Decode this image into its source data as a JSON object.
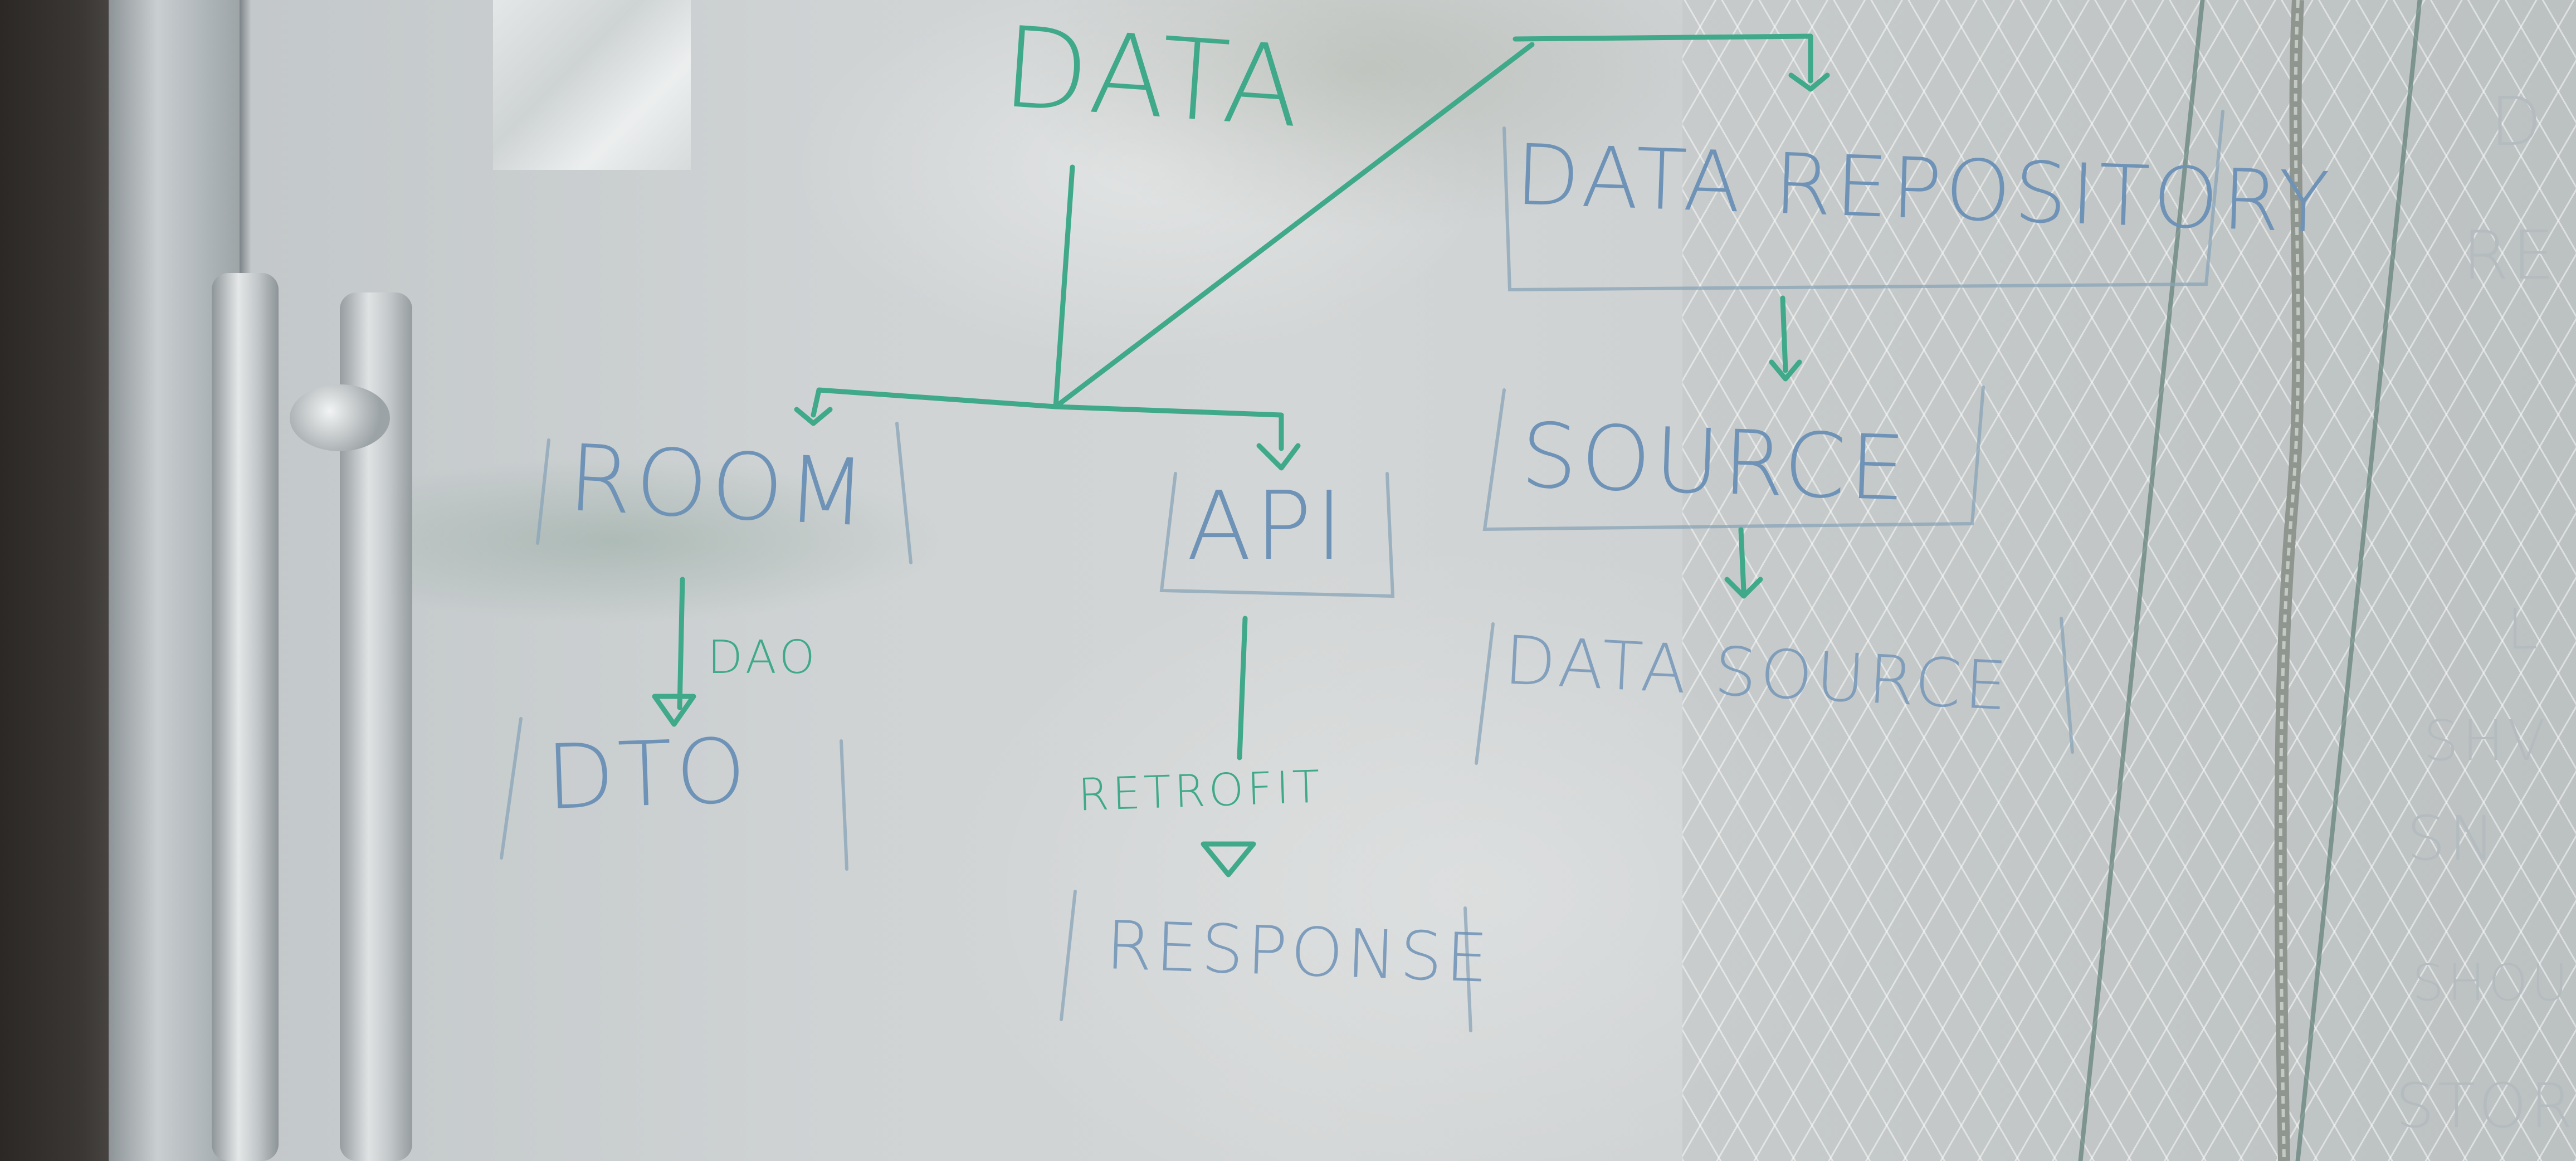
{
  "whiteboard": {
    "title": "DATA",
    "left_branch": {
      "box": "ROOM",
      "edge_label": "DAO",
      "result": "DTO"
    },
    "middle_branch": {
      "box": "API",
      "edge_label": "RETROFIT",
      "result": "RESPONSE"
    },
    "right_chain": [
      "DATA REPOSITORY",
      "SOURCE",
      "DATA SOURCE"
    ],
    "marker_colors": {
      "green": "#3fa989",
      "blue": "#6f93b7"
    }
  },
  "edge_fragments": [
    "D",
    "RE",
    "L",
    "SHV",
    "SN",
    "SHOU",
    "STOR"
  ]
}
